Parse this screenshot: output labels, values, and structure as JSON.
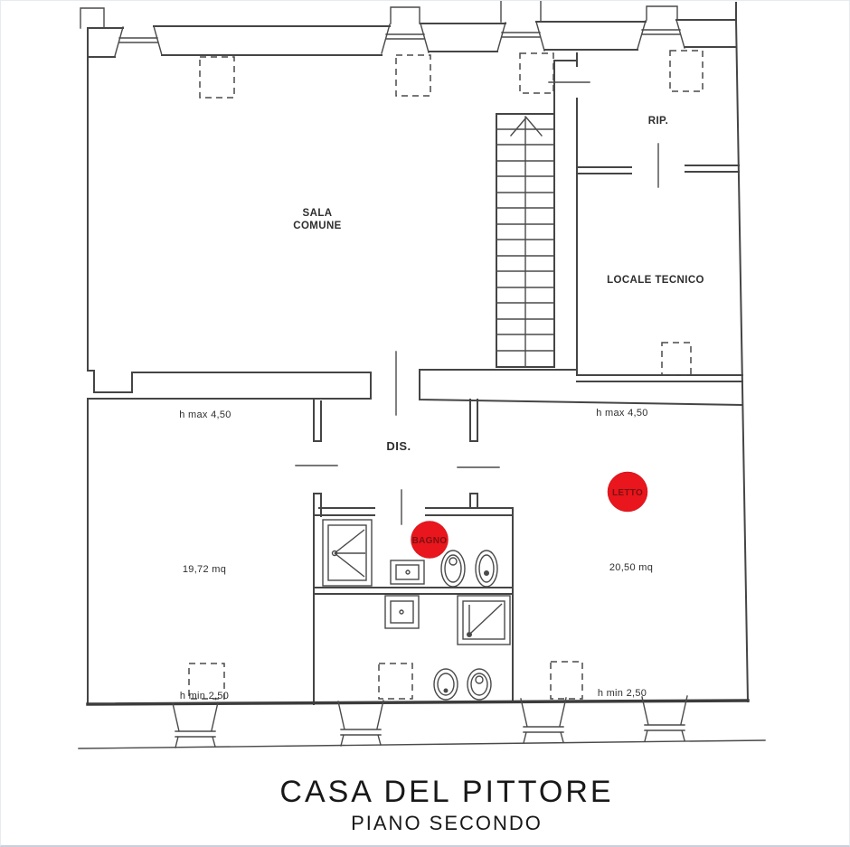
{
  "plan": {
    "rooms": {
      "sala_comune_line1": "SALA",
      "sala_comune_line2": "COMUNE",
      "rip": "RIP.",
      "locale_tecnico": "LOCALE TECNICO",
      "dis": "DIS."
    },
    "annotations": {
      "left_h_max": "h max 4,50",
      "right_h_max": "h max 4,50",
      "left_area": "19,72 mq",
      "right_area": "20,50 mq",
      "left_h_min": "h min  2,50",
      "right_h_min": "h min  2,50"
    },
    "markers": {
      "bagno": {
        "label": "BAGNO",
        "fill": "#e9161d",
        "text_color": "#7d1012"
      },
      "letto": {
        "label": "LETTO",
        "fill": "#e9161d",
        "text_color": "#7d1012"
      }
    }
  },
  "footer": {
    "title": "CASA DEL PITTORE",
    "subtitle": "PIANO SECONDO"
  }
}
